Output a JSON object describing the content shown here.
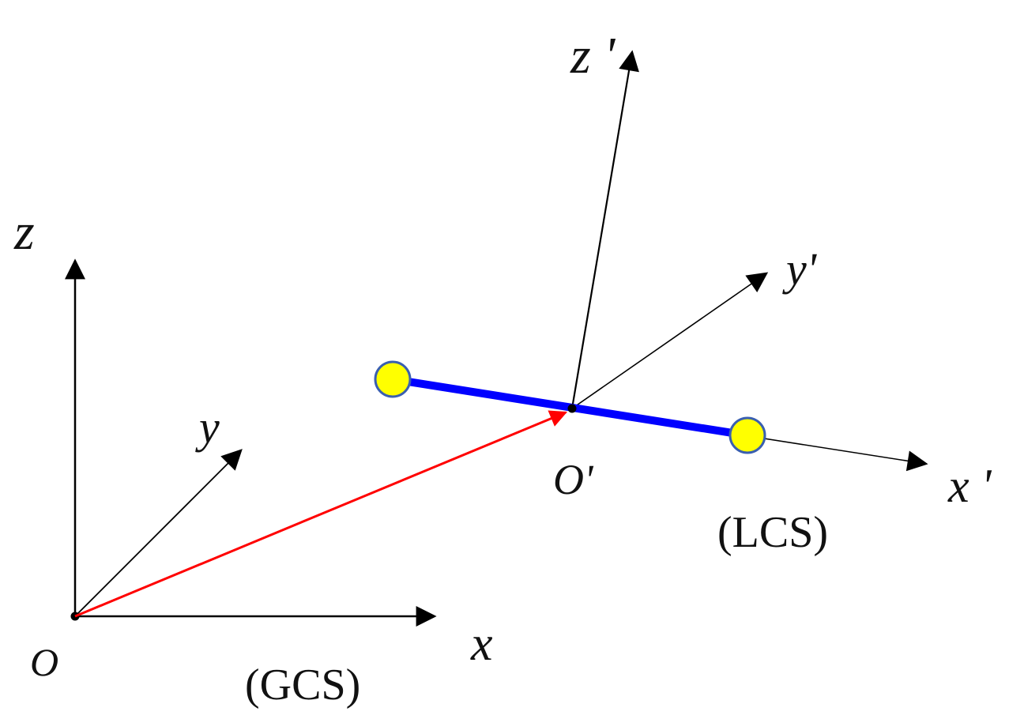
{
  "global_frame": {
    "origin_label": "O",
    "x_label": "x",
    "y_label": "y",
    "z_label": "z",
    "caption": "(GCS)"
  },
  "local_frame": {
    "origin_label": "O'",
    "x_label": "x '",
    "y_label": "y'",
    "z_label": "z '",
    "caption": "(LCS)"
  },
  "colors": {
    "axis": "#000000",
    "position_vector": "#ff0000",
    "element": "#0000ff",
    "node_fill": "#ffff00",
    "node_stroke": "#3a5fb0"
  }
}
